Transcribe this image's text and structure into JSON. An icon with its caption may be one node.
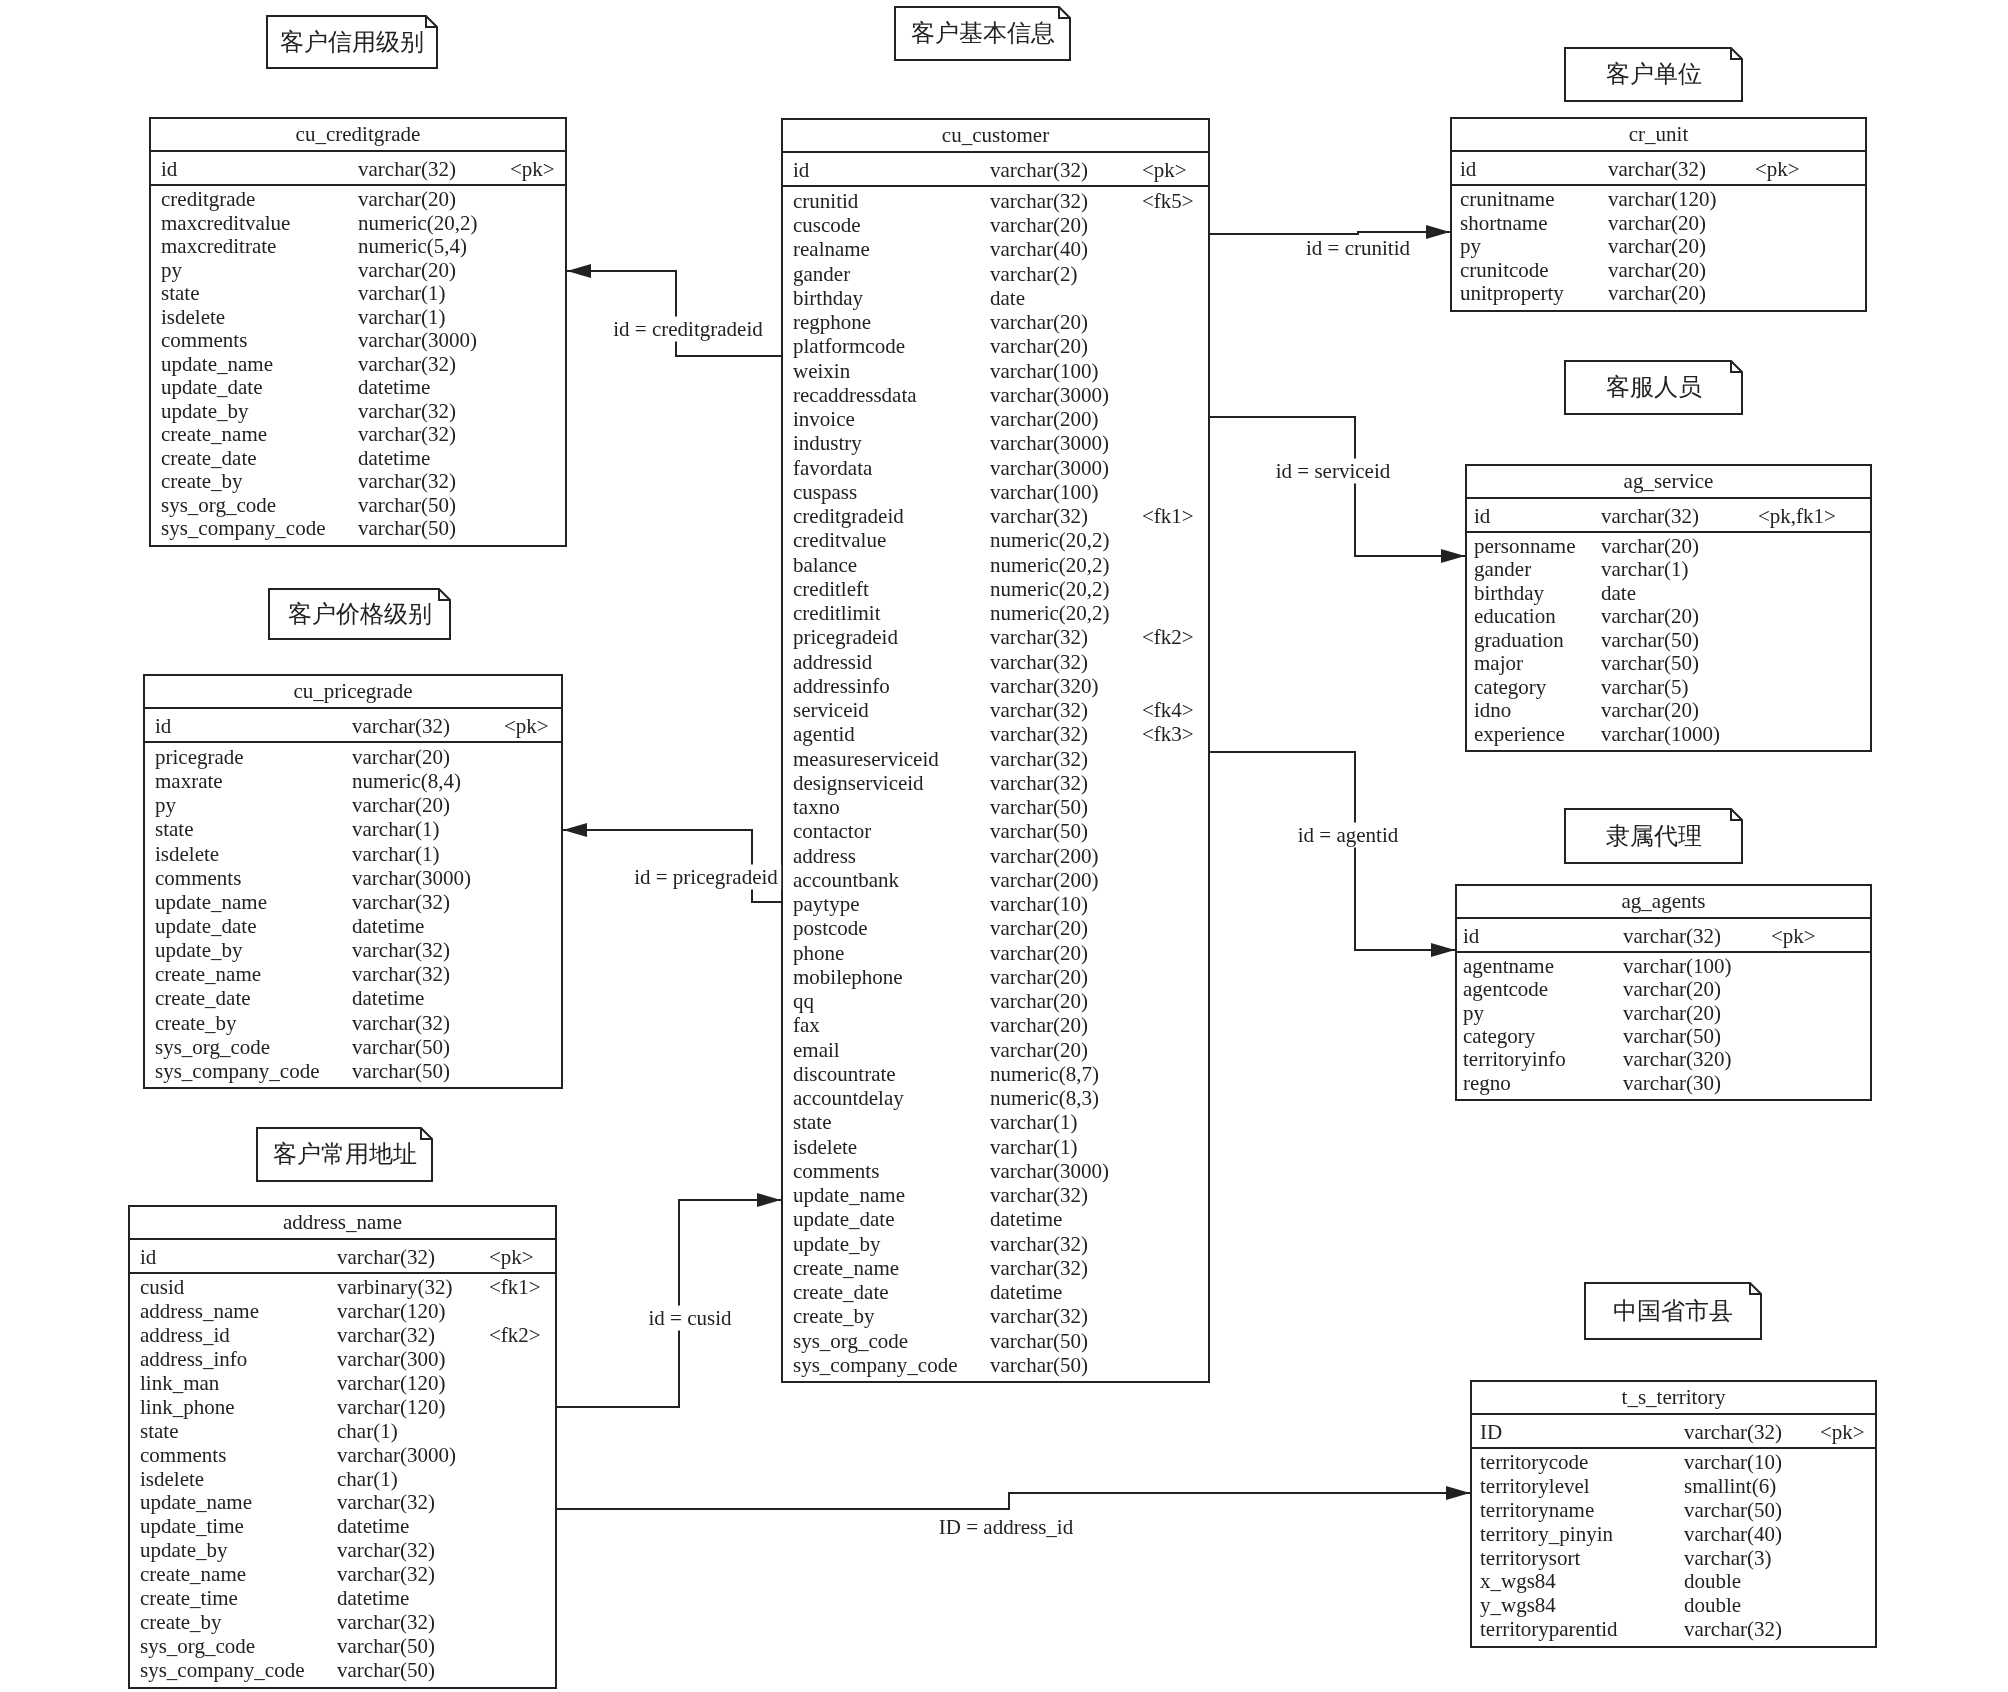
{
  "diagram": {
    "nodes": [
      {
        "text": [
          "客户信用级别"
        ]
      },
      {
        "text": [
          "cu_creditgrade"
        ]
      },
      {
        "text": [
          "id",
          "varchar(32)",
          "<pk>"
        ],
        "in": 1
      },
      {
        "text": [
          "creditgrade",
          "varchar(20)"
        ],
        "in": 1
      },
      {
        "text": [
          "maxcreditvalue",
          "numeric(20,2)"
        ],
        "in": 1
      },
      {
        "text": [
          "maxcreditrate",
          "numeric(5,4)"
        ],
        "in": 1
      },
      {
        "text": [
          "py",
          "varchar(20)"
        ],
        "in": 1
      },
      {
        "text": [
          "state",
          "varchar(1)"
        ],
        "in": 1
      },
      {
        "text": [
          "isdelete",
          "varchar(1)"
        ],
        "in": 1
      },
      {
        "text": [
          "comments",
          "varchar(3000)"
        ],
        "in": 1
      },
      {
        "text": [
          "update_name",
          "varchar(32)"
        ],
        "in": 1
      },
      {
        "text": [
          "update_date",
          "datetime"
        ],
        "in": 1
      },
      {
        "text": [
          "update_by",
          "varchar(32)"
        ],
        "in": 1
      },
      {
        "text": [
          "create_name",
          "varchar(32)"
        ],
        "in": 1
      },
      {
        "text": [
          "create_date",
          "datetime"
        ],
        "in": 1
      },
      {
        "text": [
          "create_by",
          "varchar(32)"
        ],
        "in": 1
      },
      {
        "text": [
          "sys_org_code",
          "varchar(50)"
        ],
        "in": 1
      },
      {
        "text": [
          "sys_company_code",
          "varchar(50)"
        ],
        "in": 1
      },
      {
        "text": [
          "客户价格级别"
        ]
      },
      {
        "text": [
          "cu_pricegrade"
        ]
      },
      {
        "text": [
          "id",
          "varchar(32)",
          "<pk>"
        ],
        "in": 19
      },
      {
        "text": [
          "pricegrade",
          "varchar(20)"
        ],
        "in": 19
      },
      {
        "text": [
          "maxrate",
          "numeric(8,4)"
        ],
        "in": 19
      },
      {
        "text": [
          "py",
          "varchar(20)"
        ],
        "in": 19
      },
      {
        "text": [
          "state",
          "varchar(1)"
        ],
        "in": 19
      },
      {
        "text": [
          "isdelete",
          "varchar(1)"
        ],
        "in": 19
      },
      {
        "text": [
          "comments",
          "varchar(3000)"
        ],
        "in": 19
      },
      {
        "text": [
          "update_name",
          "varchar(32)"
        ],
        "in": 19
      },
      {
        "text": [
          "update_date",
          "datetime"
        ],
        "in": 19
      },
      {
        "text": [
          "update_by",
          "varchar(32)"
        ],
        "in": 19
      },
      {
        "text": [
          "create_name",
          "varchar(32)"
        ],
        "in": 19
      },
      {
        "text": [
          "create_date",
          "datetime"
        ],
        "in": 19
      },
      {
        "text": [
          "create_by",
          "varchar(32)"
        ],
        "in": 19
      },
      {
        "text": [
          "sys_org_code",
          "varchar(50)"
        ],
        "in": 19
      },
      {
        "text": [
          "sys_company_code",
          "varchar(50)"
        ],
        "in": 19
      },
      {
        "text": [
          "客户常用地址"
        ]
      },
      {
        "text": [
          "address_name"
        ]
      },
      {
        "text": [
          "id",
          "varchar(32)",
          "<pk>"
        ],
        "in": 36
      },
      {
        "text": [
          "cusid",
          "varbinary(32)",
          "<fk1>"
        ],
        "in": 36
      },
      {
        "text": [
          "address_name",
          "varchar(120)"
        ],
        "in": 36
      },
      {
        "text": [
          "address_id",
          "varchar(32)",
          "<fk2>"
        ],
        "in": 36
      },
      {
        "text": [
          "address_info",
          "varchar(300)"
        ],
        "in": 36
      },
      {
        "text": [
          "link_man",
          "varchar(120)"
        ],
        "in": 36
      },
      {
        "text": [
          "link_phone",
          "varchar(120)"
        ],
        "in": 36
      },
      {
        "text": [
          "state",
          "char(1)"
        ],
        "in": 36
      },
      {
        "text": [
          "comments",
          "varchar(3000)"
        ],
        "in": 36
      },
      {
        "text": [
          "isdelete",
          "char(1)"
        ],
        "in": 36
      },
      {
        "text": [
          "update_name",
          "varchar(32)"
        ],
        "in": 36
      },
      {
        "text": [
          "update_time",
          "datetime"
        ],
        "in": 36
      },
      {
        "text": [
          "update_by",
          "varchar(32)"
        ],
        "in": 36
      },
      {
        "text": [
          "create_name",
          "varchar(32)"
        ],
        "in": 36
      },
      {
        "text": [
          "create_time",
          "datetime"
        ],
        "in": 36
      },
      {
        "text": [
          "create_by",
          "varchar(32)"
        ],
        "in": 36
      },
      {
        "text": [
          "sys_org_code",
          "varchar(50)"
        ],
        "in": 36
      },
      {
        "text": [
          "sys_company_code",
          "varchar(50)"
        ],
        "in": 36
      },
      {
        "text": [
          "客户基本信息"
        ]
      },
      {
        "text": [
          "cu_customer"
        ]
      },
      {
        "text": [
          "id",
          "varchar(32)",
          "<pk>"
        ],
        "in": 56
      },
      {
        "text": [
          "crunitid",
          "varchar(32)",
          "<fk5>"
        ],
        "in": 56
      },
      {
        "text": [
          "cuscode",
          "varchar(20)"
        ],
        "in": 56
      },
      {
        "text": [
          "realname",
          "varchar(40)"
        ],
        "in": 56
      },
      {
        "text": [
          "gander",
          "varchar(2)"
        ],
        "in": 56
      },
      {
        "text": [
          "birthday",
          "date"
        ],
        "in": 56
      },
      {
        "text": [
          "regphone",
          "varchar(20)"
        ],
        "in": 56
      },
      {
        "text": [
          "platformcode",
          "varchar(20)"
        ],
        "in": 56
      },
      {
        "text": [
          "weixin",
          "varchar(100)"
        ],
        "in": 56
      },
      {
        "text": [
          "recaddressdata",
          "varchar(3000)"
        ],
        "in": 56
      },
      {
        "text": [
          "invoice",
          "varchar(200)"
        ],
        "in": 56
      },
      {
        "text": [
          "industry",
          "varchar(3000)"
        ],
        "in": 56
      },
      {
        "text": [
          "favordata",
          "varchar(3000)"
        ],
        "in": 56
      },
      {
        "text": [
          "cuspass",
          "varchar(100)"
        ],
        "in": 56
      },
      {
        "text": [
          "creditgradeid",
          "varchar(32)",
          "<fk1>"
        ],
        "in": 56
      },
      {
        "text": [
          "creditvalue",
          "numeric(20,2)"
        ],
        "in": 56
      },
      {
        "text": [
          "balance",
          "numeric(20,2)"
        ],
        "in": 56
      },
      {
        "text": [
          "creditleft",
          "numeric(20,2)"
        ],
        "in": 56
      },
      {
        "text": [
          "creditlimit",
          "numeric(20,2)"
        ],
        "in": 56
      },
      {
        "text": [
          "pricegradeid",
          "varchar(32)",
          "<fk2>"
        ],
        "in": 56
      },
      {
        "text": [
          "addressid",
          "varchar(32)"
        ],
        "in": 56
      },
      {
        "text": [
          "addressinfo",
          "varchar(320)"
        ],
        "in": 56
      },
      {
        "text": [
          "serviceid",
          "varchar(32)",
          "<fk4>"
        ],
        "in": 56
      },
      {
        "text": [
          "agentid",
          "varchar(32)",
          "<fk3>"
        ],
        "in": 56
      },
      {
        "text": [
          "measureserviceid",
          "varchar(32)"
        ],
        "in": 56
      },
      {
        "text": [
          "designserviceid",
          "varchar(32)"
        ],
        "in": 56
      },
      {
        "text": [
          "taxno",
          "varchar(50)"
        ],
        "in": 56
      },
      {
        "text": [
          "contactor",
          "varchar(50)"
        ],
        "in": 56
      },
      {
        "text": [
          "address",
          "varchar(200)"
        ],
        "in": 56
      },
      {
        "text": [
          "accountbank",
          "varchar(200)"
        ],
        "in": 56
      },
      {
        "text": [
          "paytype",
          "varchar(10)"
        ],
        "in": 56
      },
      {
        "text": [
          "postcode",
          "varchar(20)"
        ],
        "in": 56
      },
      {
        "text": [
          "phone",
          "varchar(20)"
        ],
        "in": 56
      },
      {
        "text": [
          "mobilephone",
          "varchar(20)"
        ],
        "in": 56
      },
      {
        "text": [
          "qq",
          "varchar(20)"
        ],
        "in": 56
      },
      {
        "text": [
          "fax",
          "varchar(20)"
        ],
        "in": 56
      },
      {
        "text": [
          "email",
          "varchar(20)"
        ],
        "in": 56
      },
      {
        "text": [
          "discountrate",
          "numeric(8,7)"
        ],
        "in": 56
      },
      {
        "text": [
          "accountdelay",
          "numeric(8,3)"
        ],
        "in": 56
      },
      {
        "text": [
          "state",
          "varchar(1)"
        ],
        "in": 56
      },
      {
        "text": [
          "isdelete",
          "varchar(1)"
        ],
        "in": 56
      },
      {
        "text": [
          "comments",
          "varchar(3000)"
        ],
        "in": 56
      },
      {
        "text": [
          "update_name",
          "varchar(32)"
        ],
        "in": 56
      },
      {
        "text": [
          "update_date",
          "datetime"
        ],
        "in": 56
      },
      {
        "text": [
          "update_by",
          "varchar(32)"
        ],
        "in": 56
      },
      {
        "text": [
          "create_name",
          "varchar(32)"
        ],
        "in": 56
      },
      {
        "text": [
          "create_date",
          "datetime"
        ],
        "in": 56
      },
      {
        "text": [
          "create_by",
          "varchar(32)"
        ],
        "in": 56
      },
      {
        "text": [
          "sys_org_code",
          "varchar(50)"
        ],
        "in": 56
      },
      {
        "text": [
          "sys_company_code",
          "varchar(50)"
        ],
        "in": 56
      },
      {
        "text": [
          "客户单位"
        ]
      },
      {
        "text": [
          "cr_unit"
        ]
      },
      {
        "text": [
          "id",
          "varchar(32)",
          "<pk>"
        ],
        "in": 108
      },
      {
        "text": [
          "crunitname",
          "varchar(120)"
        ],
        "in": 108
      },
      {
        "text": [
          "shortname",
          "varchar(20)"
        ],
        "in": 108
      },
      {
        "text": [
          "py",
          "varchar(20)"
        ],
        "in": 108
      },
      {
        "text": [
          "crunitcode",
          "varchar(20)"
        ],
        "in": 108
      },
      {
        "text": [
          "unitproperty",
          "varchar(20)"
        ],
        "in": 108
      },
      {
        "text": [
          "客服人员"
        ]
      },
      {
        "text": [
          "ag_service"
        ]
      },
      {
        "text": [
          "id",
          "varchar(32)",
          "<pk,fk1>"
        ],
        "in": 116
      },
      {
        "text": [
          "personname",
          "varchar(20)"
        ],
        "in": 116
      },
      {
        "text": [
          "gander",
          "varchar(1)"
        ],
        "in": 116
      },
      {
        "text": [
          "birthday",
          "date"
        ],
        "in": 116
      },
      {
        "text": [
          "education",
          "varchar(20)"
        ],
        "in": 116
      },
      {
        "text": [
          "graduation",
          "varchar(50)"
        ],
        "in": 116
      },
      {
        "text": [
          "major",
          "varchar(50)"
        ],
        "in": 116
      },
      {
        "text": [
          "category",
          "varchar(5)"
        ],
        "in": 116
      },
      {
        "text": [
          "idno",
          "varchar(20)"
        ],
        "in": 116
      },
      {
        "text": [
          "experience",
          "varchar(1000)"
        ],
        "in": 116
      },
      {
        "text": [
          "隶属代理"
        ]
      },
      {
        "text": [
          "ag_agents"
        ]
      },
      {
        "text": [
          "id",
          "varchar(32)",
          "<pk>"
        ],
        "in": 128
      },
      {
        "text": [
          "agentname",
          "varchar(100)"
        ],
        "in": 128
      },
      {
        "text": [
          "agentcode",
          "varchar(20)"
        ],
        "in": 128
      },
      {
        "text": [
          "py",
          "varchar(20)"
        ],
        "in": 128
      },
      {
        "text": [
          "category",
          "varchar(50)"
        ],
        "in": 128
      },
      {
        "text": [
          "territoryinfo",
          "varchar(320)"
        ],
        "in": 128
      },
      {
        "text": [
          "regno",
          "varchar(30)"
        ],
        "in": 128
      },
      {
        "text": [
          "中国省市县"
        ]
      },
      {
        "text": [
          "t_s_territory"
        ]
      },
      {
        "text": [
          "ID",
          "varchar(32)",
          "<pk>"
        ],
        "in": 137
      },
      {
        "text": [
          "territorycode",
          "varchar(10)"
        ],
        "in": 137
      },
      {
        "text": [
          "territorylevel",
          "smallint(6)"
        ],
        "in": 137
      },
      {
        "text": [
          "territoryname",
          "varchar(50)"
        ],
        "in": 137
      },
      {
        "text": [
          "territory_pinyin",
          "varchar(40)"
        ],
        "in": 137
      },
      {
        "text": [
          "territorysort",
          "varchar(3)"
        ],
        "in": 137
      },
      {
        "text": [
          "x_wgs84",
          "double"
        ],
        "in": 137
      },
      {
        "text": [
          "y_wgs84",
          "double"
        ],
        "in": 137
      },
      {
        "text": [
          "territoryparentid",
          "varchar(32)"
        ],
        "in": 137
      }
    ],
    "edges": [
      {
        "from": 56,
        "to": 1,
        "arrow": "to",
        "label": "id = creditgradeid"
      },
      {
        "from": 56,
        "to": 19,
        "arrow": "to",
        "label": "id = pricegradeid"
      },
      {
        "from": 36,
        "to": 56,
        "arrow": "to",
        "label": "id = cusid"
      },
      {
        "from": 36,
        "to": 137,
        "arrow": "to",
        "label": "ID = address_id"
      },
      {
        "from": 56,
        "to": 108,
        "arrow": "to",
        "label": "id = crunitid"
      },
      {
        "from": 56,
        "to": 116,
        "arrow": "to",
        "label": "id = serviceid"
      },
      {
        "from": 56,
        "to": 128,
        "arrow": "to",
        "label": "id = agentid"
      }
    ]
  }
}
